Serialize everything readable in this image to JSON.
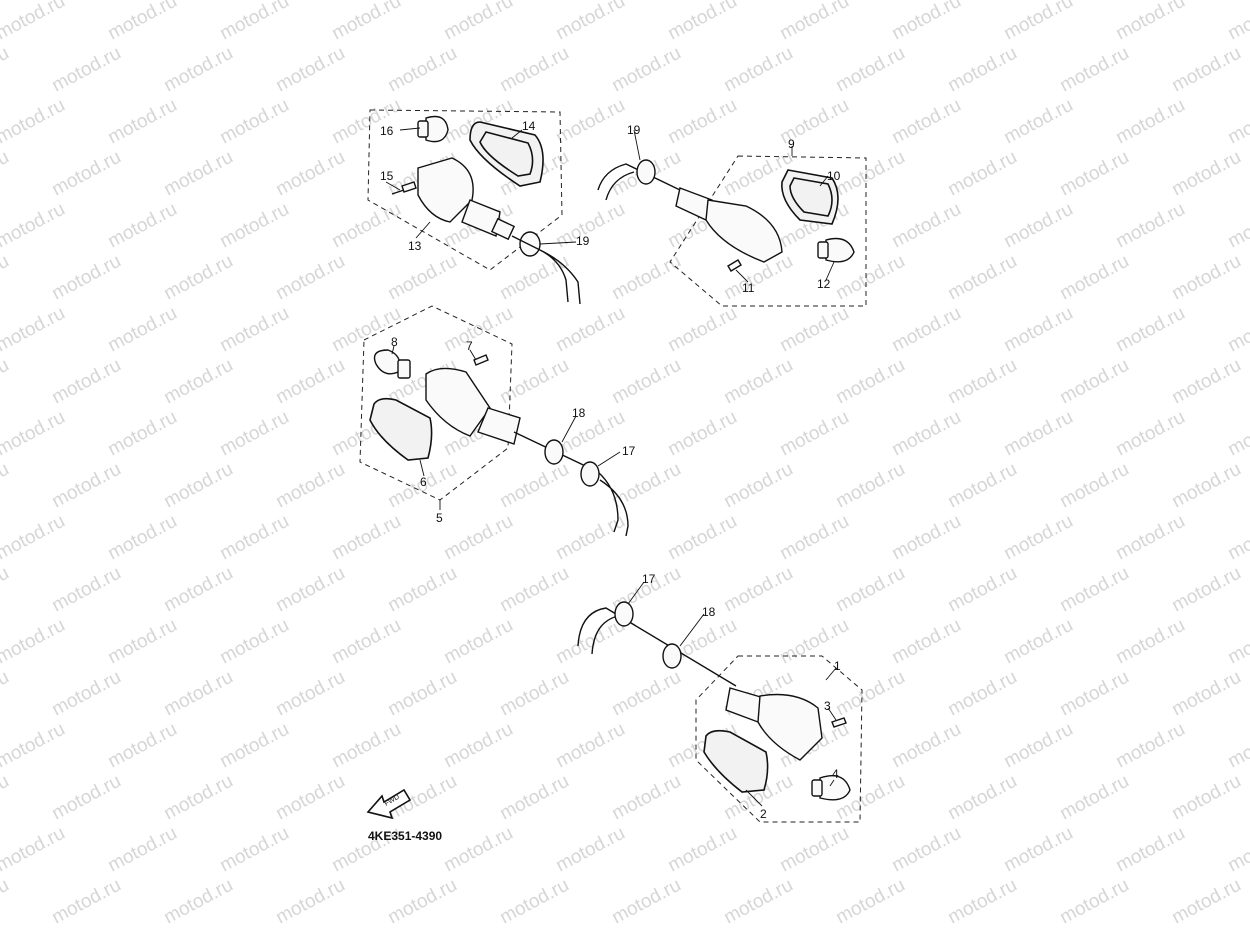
{
  "watermark": {
    "text": "motod.ru",
    "color": "#d6d6d6"
  },
  "diagram_code": "4KE351-4390",
  "fwd_badge": "FWD",
  "callouts": {
    "c1": "1",
    "c2": "2",
    "c3": "3",
    "c4": "4",
    "c5": "5",
    "c6": "6",
    "c7": "7",
    "c8": "8",
    "c9": "9",
    "c10": "10",
    "c11": "11",
    "c12": "12",
    "c13": "13",
    "c14": "14",
    "c15": "15",
    "c16": "16",
    "c17a": "17",
    "c17b": "17",
    "c18a": "18",
    "c18b": "18",
    "c19a": "19",
    "c19b": "19"
  }
}
